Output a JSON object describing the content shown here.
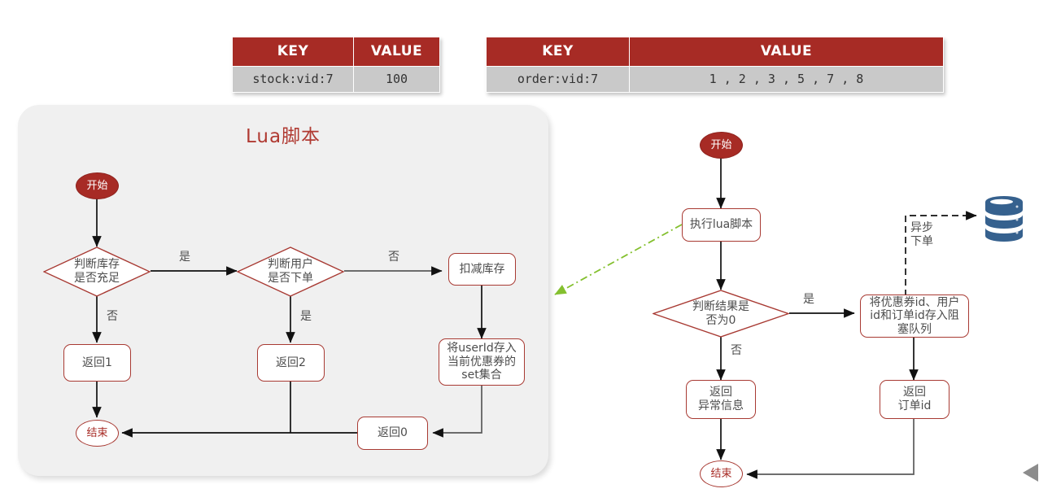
{
  "tables": [
    {
      "name": "stock-table",
      "headers": [
        "KEY",
        "VALUE"
      ],
      "row": [
        "stock:vid:7",
        "100"
      ]
    },
    {
      "name": "order-table",
      "headers": [
        "KEY",
        "VALUE"
      ],
      "row": [
        "order:vid:7",
        "1 , 2 , 3 , 5 , 7 , 8"
      ]
    }
  ],
  "lua_panel": {
    "title": "Lua脚本",
    "nodes": {
      "start": "开始",
      "check_stock": "判断库存\n是否充足",
      "check_user": "判断用户\n是否下单",
      "deduct_stock": "扣减库存",
      "save_userid": "将userId存入\n当前优惠券的\nset集合",
      "return1": "返回1",
      "return2": "返回2",
      "return0": "返回0",
      "end": "结束"
    },
    "edge_labels": {
      "stock_yes": "是",
      "stock_no": "否",
      "user_no": "否",
      "user_yes": "是"
    }
  },
  "main_flow": {
    "nodes": {
      "start": "开始",
      "exec_lua": "执行lua脚本",
      "check_result": "判断结果是\n否为0",
      "enqueue": "将优惠券id、用户\nid和订单id存入阻\n塞队列",
      "return_error": "返回\n异常信息",
      "return_orderid": "返回\n订单id",
      "end": "结束"
    },
    "edge_labels": {
      "result_yes": "是",
      "result_no": "否",
      "async_order": "异步\n下单"
    },
    "icons": {
      "database": "database-icon",
      "collapse": "collapse-left-arrow-icon"
    }
  },
  "colors": {
    "brand_red": "#a72b25",
    "node_border": "#a83a33",
    "panel_bg": "#f0f0f0",
    "cell_gray": "#c9c9c9",
    "text_gray": "#4d4d4d",
    "db_blue": "#36618e",
    "link_green": "#84c02f"
  }
}
